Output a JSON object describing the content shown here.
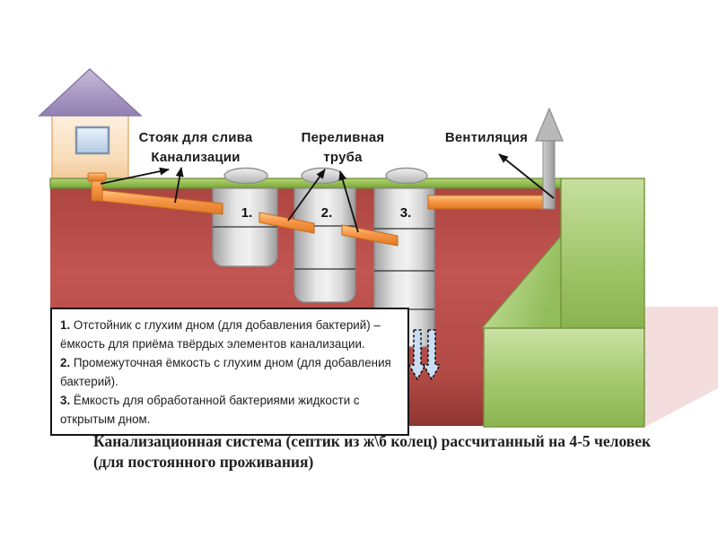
{
  "diagram": {
    "title_caption": {
      "line1": "Канализационная система (септик из ж\\б колец) рассчитанный на 4-5 человек",
      "line2": "(для постоянного проживания)"
    },
    "labels": {
      "drain_stack_line1": "Стояк для слива",
      "drain_stack_line2": "Канализации",
      "overflow_line1": "Переливная",
      "overflow_line2": "труба",
      "ventilation": "Вентиляция"
    },
    "tank_numbers": [
      "1.",
      "2.",
      "3."
    ],
    "legend": {
      "items": [
        {
          "num": "1.",
          "text": "Отстойник с глухим дном (для добавления бактерий) – ёмкость для приёма твёрдых элементов канализации."
        },
        {
          "num": "2.",
          "text": "Промежуточная ёмкость с глухим дном (для добавления бактерий)."
        },
        {
          "num": "3.",
          "text": "Ёмкость для обработанной бактериями жидкости с открытым дном."
        }
      ]
    },
    "colors": {
      "soil_red": "#bf4f4b",
      "grass_green": "#8fba4e",
      "mound_green": "#9cc264",
      "pipe_orange": "#f79646",
      "tank_gray": "#c9c9c9",
      "shadow_pink": "#f3dedd",
      "roof_purple": "#a291bf",
      "wall_cream": "#f8dcb8",
      "window_blue": "#b9cfe8",
      "seep_arrow_blue": "#c9def5"
    }
  }
}
